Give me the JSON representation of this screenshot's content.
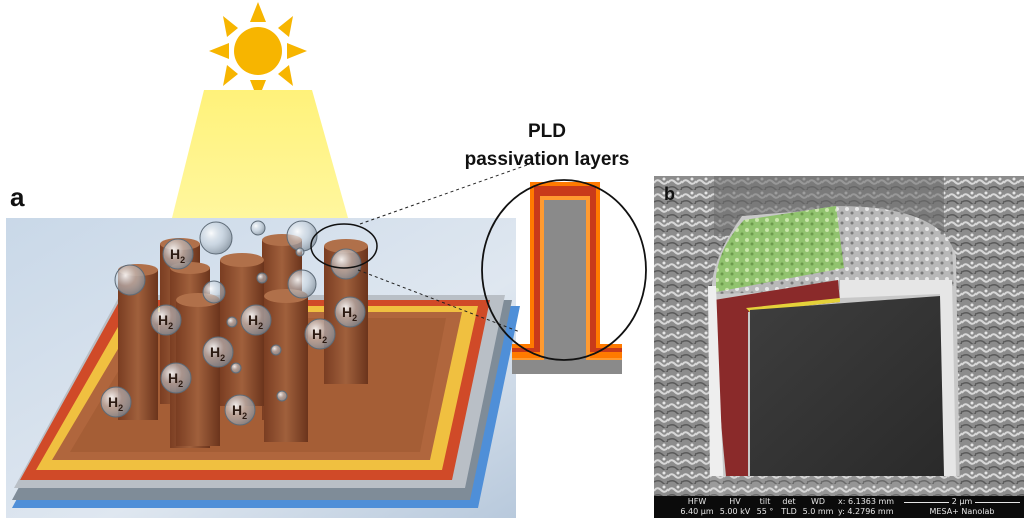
{
  "panel_a": {
    "label": "a",
    "h2_label": "H",
    "h2_sub": "2"
  },
  "callout": {
    "title_line1": "PLD",
    "title_line2": "passivation layers"
  },
  "panel_b": {
    "label": "b",
    "sem_bar": {
      "hfw_label": "HFW",
      "hfw_value": "6.40 µm",
      "hv_label": "HV",
      "hv_value": "5.00 kV",
      "tilt_label": "tilt",
      "tilt_value": "55 °",
      "det_label": "det",
      "det_value": "TLD",
      "wd_label": "WD",
      "wd_value": "5.0 mm",
      "x_coord": "x: 6.1363 mm",
      "y_coord": "y: 4.2796 mm",
      "scale": "2 µm",
      "instrument": "MESA+ Nanolab"
    }
  },
  "colors": {
    "sun": "#f7b500",
    "beam": "#fff36a",
    "nanowire": "#8b4a2a",
    "passivation_orange": "#ff7a00",
    "passivation_red": "#c83a1a",
    "core_gray": "#8a8a8a",
    "sem_green": "#8fc46a",
    "sem_red": "#8a2a2a"
  }
}
